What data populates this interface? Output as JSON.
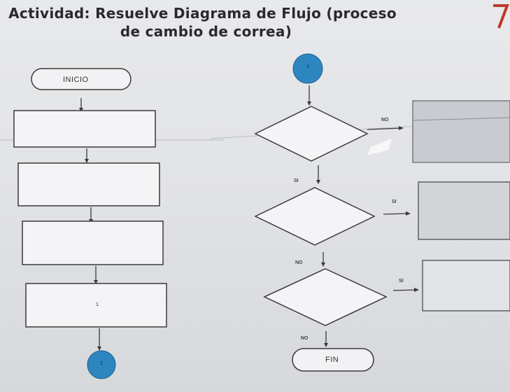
{
  "title": {
    "line1": "Actividad: Resuelve Diagrama de Flujo (proceso",
    "line2": "de cambio de correa)"
  },
  "corner_mark": "7",
  "flow": {
    "start_label": "INICIO",
    "end_label": "FIN",
    "connector_label": "1",
    "process_note": "1",
    "decision_labels": {
      "d1_right": "NO",
      "d1_down": "SI",
      "d2_right": "SI",
      "d2_down": "NO",
      "d3_right": "SI",
      "d3_down": "NO"
    }
  },
  "colors": {
    "connector_fill": "#2e86c1",
    "stroke": "#3a3a3a",
    "shaded_box": "#c9cbd0"
  }
}
